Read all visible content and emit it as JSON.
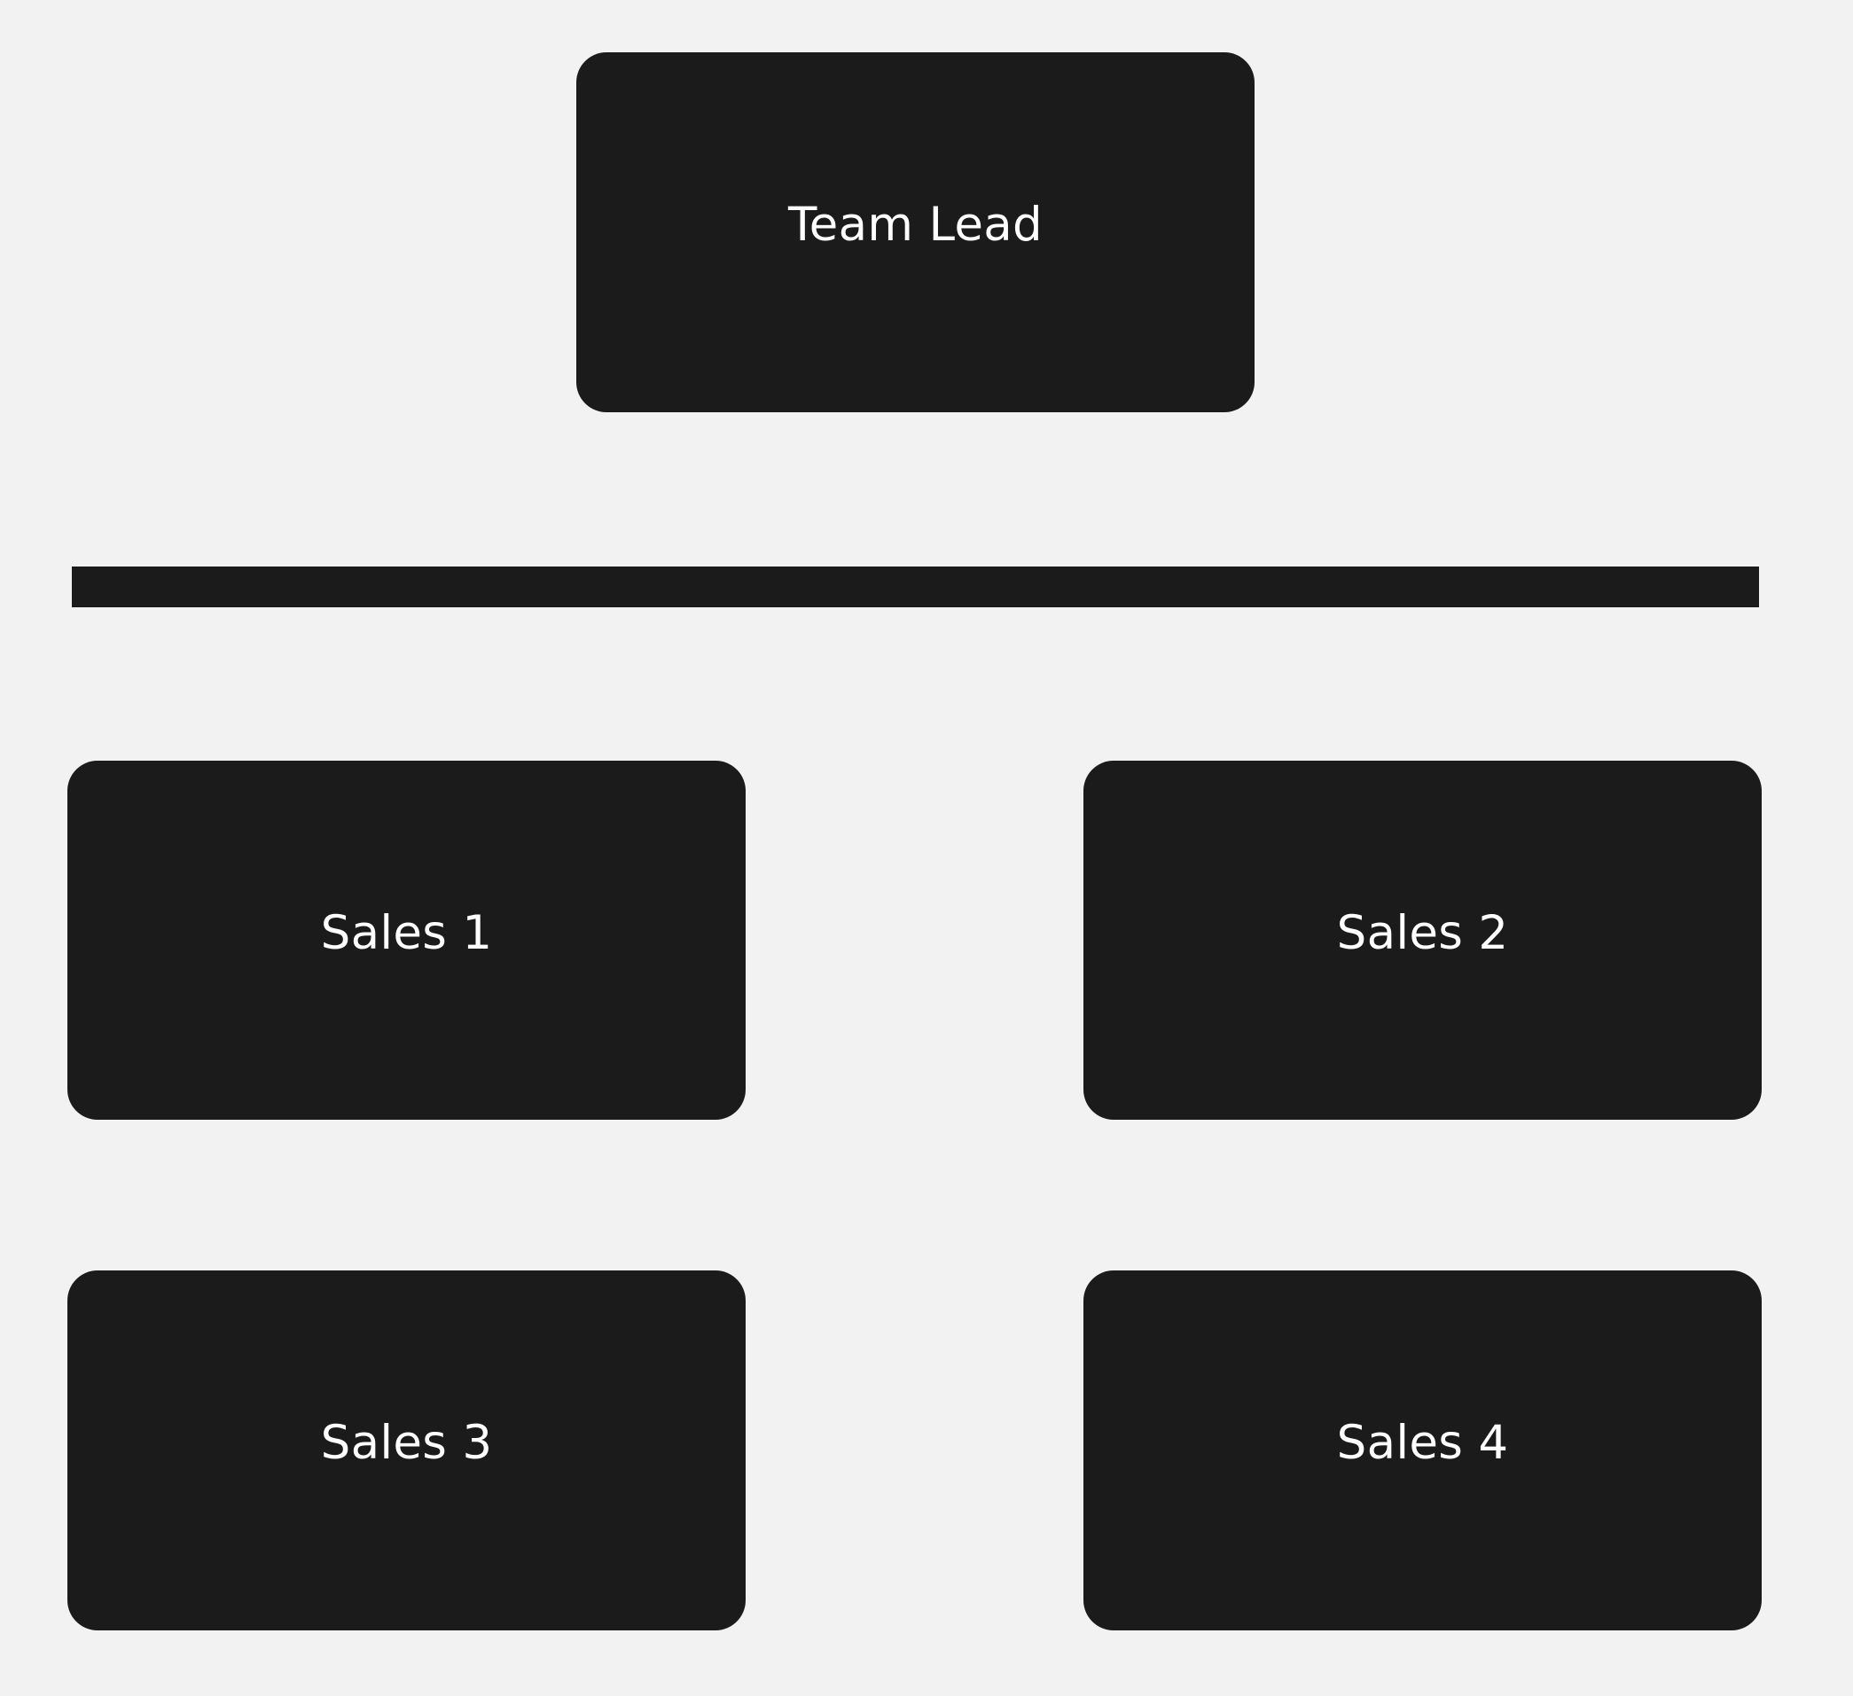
{
  "diagram": {
    "background_color": "#f2f2f2",
    "node_color": "#1b1b1b",
    "label_color": "#ffffff",
    "lead": {
      "label": "Team Lead"
    },
    "members": [
      {
        "label": "Sales 1"
      },
      {
        "label": "Sales 2"
      },
      {
        "label": "Sales 3"
      },
      {
        "label": "Sales 4"
      }
    ]
  }
}
